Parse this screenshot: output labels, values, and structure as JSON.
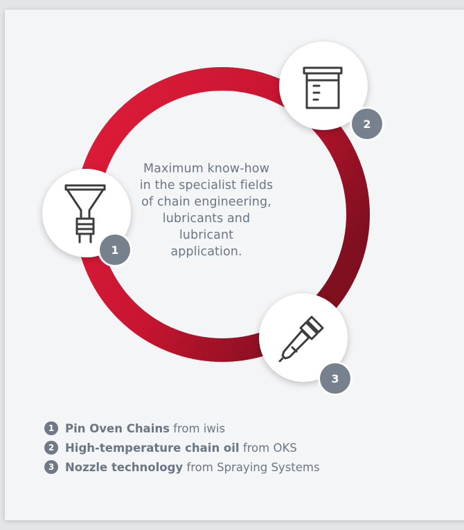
{
  "center_text": "Maximum know-how\nin the specialist fields\nof chain engineering,\nlubricants and lubricant\napplication.",
  "nodes": [
    {
      "number": "1",
      "icon": "funnel-plug-icon"
    },
    {
      "number": "2",
      "icon": "container-jar-icon"
    },
    {
      "number": "3",
      "icon": "dropper-pipette-icon"
    }
  ],
  "legend": [
    {
      "number": "1",
      "bold": "Pin Oven Chains",
      "rest": " from iwis"
    },
    {
      "number": "2",
      "bold": "High-temperature chain oil",
      "rest": " from OKS"
    },
    {
      "number": "3",
      "bold": "Nozzle technology",
      "rest": " from Spraying Systems"
    }
  ],
  "colors": {
    "ring_light": "#d21a35",
    "ring_dark": "#8c1124",
    "badge": "#77818d",
    "text": "#6b7684"
  }
}
